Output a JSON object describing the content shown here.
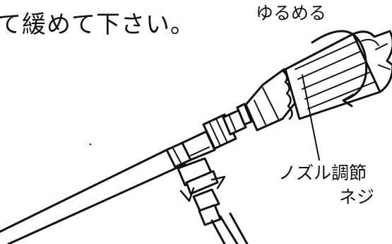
{
  "labels": {
    "instruction": "て緩めて下さい。",
    "loosen": "ゆるめる",
    "nozzle_line1": "ノズル調節",
    "nozzle_line2": "ネジ"
  },
  "colors": {
    "ink": "#111111",
    "paper": "#ffffff"
  }
}
